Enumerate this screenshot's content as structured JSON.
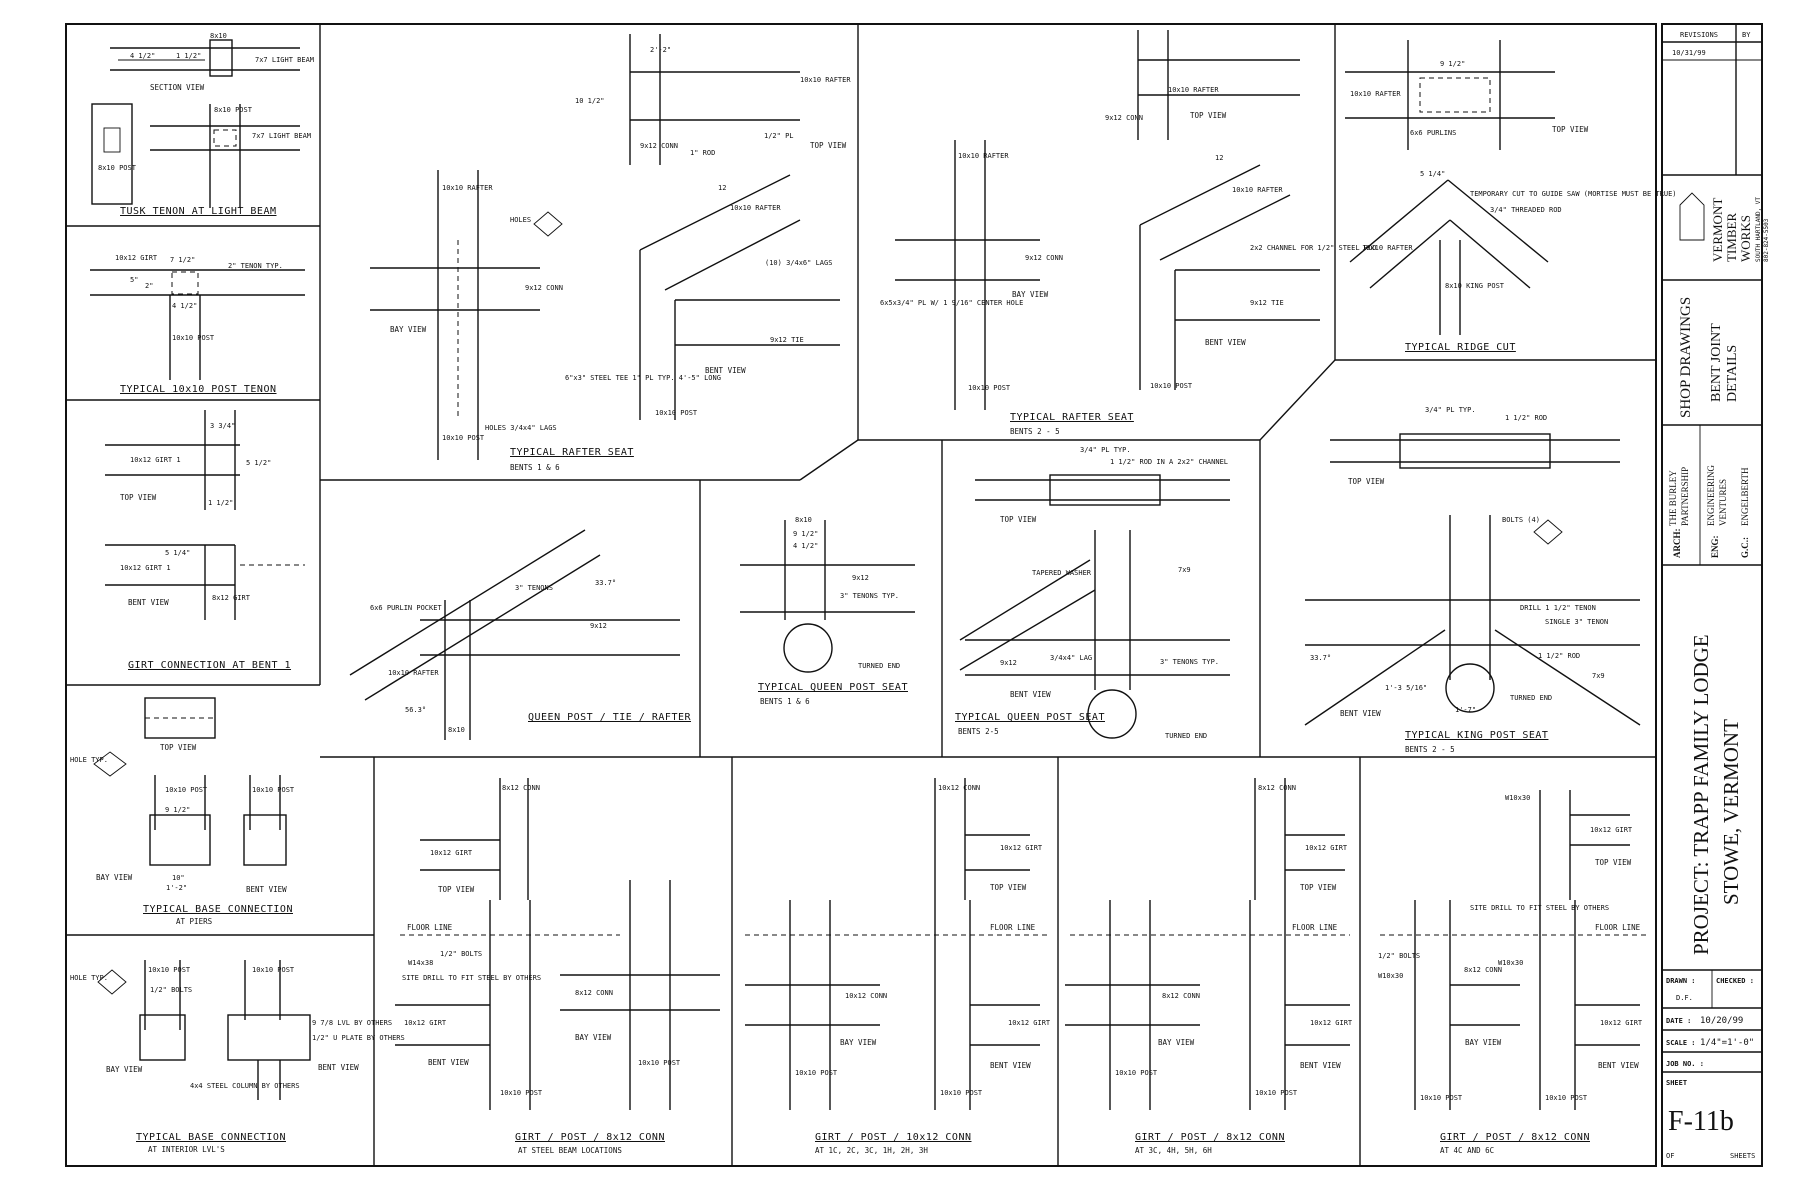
{
  "details": {
    "tusk": {
      "title": "TUSK TENON AT LIGHT BEAM",
      "section_view": "SECTION VIEW",
      "beam": "8x10",
      "light_beam": "7x7 LIGHT BEAM",
      "post": "8x10 POST",
      "d1": "4 1/2\"",
      "d2": "1 1/2\""
    },
    "post_tenon": {
      "title": "TYPICAL 10x10 POST TENON",
      "girt": "10x12 GIRT",
      "tenon": "2\" TENON TYP.",
      "post": "10x10 POST",
      "d1": "7 1/2\"",
      "d2": "4 1/2\"",
      "d3": "2\"",
      "d4": "5\""
    },
    "girt_conn": {
      "title": "GIRT CONNECTION AT BENT 1",
      "top_view": "TOP VIEW",
      "bent_view": "BENT VIEW",
      "girt1": "10x12 GIRT 1",
      "girt8": "8x12 GIRT",
      "d1": "3 3/4\"",
      "d2": "5 1/2\"",
      "d3": "1 1/2\"",
      "d4": "5 1/4\""
    },
    "base_piers": {
      "title": "TYPICAL BASE CONNECTION",
      "sub": "AT PIERS",
      "top_view": "TOP VIEW",
      "bay_view": "BAY VIEW",
      "bent_view": "BENT VIEW",
      "post": "10x10 POST",
      "hole": "HOLE TYP.",
      "d1": "9 1/2\"",
      "d2": "10\"",
      "d3": "1'-2\""
    },
    "base_lvl": {
      "title": "TYPICAL BASE CONNECTION",
      "sub": "AT INTERIOR LVL'S",
      "bay_view": "BAY VIEW",
      "bent_view": "BENT VIEW",
      "post": "10x10 POST",
      "bolts": "1/2\" BOLTS",
      "steel": "4x4 STEEL COLUMN BY OTHERS",
      "lvl": "9 7/8 LVL BY OTHERS",
      "plate": "1/2\" U PLATE BY OTHERS",
      "hole": "HOLE TYP."
    },
    "rafter_seat_16": {
      "title": "TYPICAL RAFTER SEAT",
      "sub": "BENTS 1 & 6",
      "bay_view": "BAY VIEW",
      "top_view": "TOP VIEW",
      "bent_view": "BENT VIEW",
      "rafter": "10x10 RAFTER",
      "conn": "9x12 CONN",
      "post": "10x10 POST",
      "tie": "9x12 TIE",
      "lags": "(10) 3/4x6\" LAGS",
      "tee": "6\"x3\" STEEL TEE 1\" PL TYP. 4'-5\" LONG",
      "holes": "HOLES",
      "holes2": "HOLES 3/4x4\" LAGS",
      "rod": "1\" ROD",
      "pl": "1/2\" PL",
      "d1": "2'-2\"",
      "d2": "10 1/2\"",
      "slope": "12"
    },
    "rafter_seat_25": {
      "title": "TYPICAL RAFTER SEAT",
      "sub": "BENTS 2 - 5",
      "top_view": "TOP VIEW",
      "bay_view": "BAY VIEW",
      "bent_view": "BENT VIEW",
      "rafter": "10x10 RAFTER",
      "conn": "9x12 CONN",
      "post": "10x10 POST",
      "tie": "9x12 TIE",
      "pl": "6x5x3/4\" PL W/ 1 9/16\" CENTER HOLE",
      "channel": "2x2 CHANNEL FOR 1/2\" STEEL ROD",
      "slope": "12"
    },
    "ridge": {
      "title": "TYPICAL RIDGE CUT",
      "top_view": "TOP VIEW",
      "rafter": "10x10 RAFTER",
      "purlins": "6x6 PURLINS",
      "temp": "TEMPORARY CUT TO GUIDE SAW (MORTISE MUST BE TRUE)",
      "rod": "3/4\" THREADED ROD",
      "king": "8x10 KING POST",
      "d1": "9 1/2\"",
      "d2": "5 1/4\""
    },
    "queen_tie": {
      "title": "QUEEN POST / TIE / RAFTER",
      "purlin": "6x6 PURLIN POCKET",
      "tenons": "3\" TENONS",
      "rafter": "10x10 RAFTER",
      "tie": "9x12",
      "post": "8x10",
      "angle1": "33.7°",
      "angle2": "56.3°"
    },
    "queen_seat_16": {
      "title": "TYPICAL QUEEN POST SEAT",
      "sub": "BENTS 1 & 6",
      "post": "8x10",
      "tie": "9x12",
      "tenons": "3\" TENONS TYP.",
      "turned": "TURNED END",
      "d1": "9 1/2\"",
      "d2": "4 1/2\""
    },
    "queen_seat_25": {
      "title": "TYPICAL QUEEN POST SEAT",
      "sub": "BENTS 2-5",
      "top_view": "TOP VIEW",
      "bent_view": "BENT VIEW",
      "pl": "3/4\" PL TYP.",
      "rod": "1 1/2\" ROD IN A 2x2\" CHANNEL",
      "washer": "TAPERED WASHER",
      "lag": "3/4x4\" LAG",
      "tie": "9x12",
      "post": "7x9",
      "tenons": "3\" TENONS TYP.",
      "turned": "TURNED END"
    },
    "king_seat": {
      "title": "TYPICAL KING POST SEAT",
      "sub": "BENTS 2 - 5",
      "top_view": "TOP VIEW",
      "bent_view": "BENT VIEW",
      "pl": "3/4\" PL TYP.",
      "rod": "1 1/2\" ROD",
      "bolts": "BOLTS (4)",
      "drill": "DRILL 1 1/2\" TENON",
      "single": "SINGLE 3\" TENON",
      "rod2": "1 1/2\" ROD",
      "post": "7x9",
      "turned": "TURNED END",
      "angle": "33.7°",
      "d1": "1'-7\"",
      "d2": "1'-3 5/16\""
    },
    "girt_a": {
      "title": "GIRT / POST / 8x12 CONN",
      "sub": "AT STEEL BEAM LOCATIONS",
      "top_view": "TOP VIEW",
      "bent_view": "BENT VIEW",
      "bay_view": "BAY VIEW",
      "floor": "FLOOR LINE",
      "beam": "W14x38",
      "bolts": "1/2\" BOLTS",
      "site": "SITE DRILL TO FIT STEEL BY OTHERS",
      "girt": "10x12 GIRT",
      "conn": "8x12 CONN",
      "post": "10x10 POST"
    },
    "girt_b": {
      "title": "GIRT / POST / 10x12 CONN",
      "sub": "AT 1C, 2C, 3C, 1H, 2H, 3H",
      "top_view": "TOP VIEW",
      "bent_view": "BENT VIEW",
      "bay_view": "BAY VIEW",
      "floor": "FLOOR LINE",
      "girt": "10x12 GIRT",
      "conn": "10x12 CONN",
      "post": "10x10 POST"
    },
    "girt_c": {
      "title": "GIRT / POST / 8x12 CONN",
      "sub": "AT 3C, 4H, 5H, 6H",
      "top_view": "TOP VIEW",
      "bent_view": "BENT VIEW",
      "bay_view": "BAY VIEW",
      "floor": "FLOOR LINE",
      "girt": "10x12 GIRT",
      "conn": "8x12 CONN",
      "post": "10x10 POST"
    },
    "girt_d": {
      "title": "GIRT / POST / 8x12 CONN",
      "sub": "AT 4C AND 6C",
      "top_view": "TOP VIEW",
      "bent_view": "BENT VIEW",
      "bay_view": "BAY VIEW",
      "floor": "FLOOR LINE",
      "beam": "W10x30",
      "bolts": "1/2\" BOLTS",
      "site": "SITE DRILL TO FIT STEEL BY OTHERS",
      "girt": "10x12 GIRT",
      "conn": "8x12 CONN",
      "post": "10x10 POST"
    }
  },
  "title_block": {
    "revisions_header": "REVISIONS",
    "by_header": "BY",
    "revision_date": "10/31/99",
    "company": [
      "VERMONT",
      "TIMBER",
      "WORKS"
    ],
    "company_address": [
      "SOUTH HARTLAND, VT",
      "802-824-5503"
    ],
    "drawing_type": "SHOP DRAWINGS",
    "drawing_name": [
      "BENT JOINT",
      "DETAILS"
    ],
    "arch_label": "ARCH:",
    "arch": [
      "THE BURLEY",
      "PARTNERSHIP"
    ],
    "eng_label": "ENG:",
    "eng": [
      "ENGINEERING",
      "VENTURES"
    ],
    "gc_label": "G.C.:",
    "gc": "ENGELBERTH",
    "project_line1": "PROJECT: TRAPP FAMILY LODGE",
    "project_line2": "STOWE, VERMONT",
    "drawn_label": "DRAWN :",
    "drawn_by": "D.F.",
    "checked_label": "CHECKED :",
    "date_label": "DATE :",
    "date": "10/20/99",
    "scale_label": "SCALE :",
    "scale": "1/4\"=1'-0\"",
    "job_label": "JOB NO. :",
    "sheet_label": "SHEET",
    "sheet_number": "F-11b",
    "of_label": "OF",
    "sheets_label": "SHEETS"
  }
}
